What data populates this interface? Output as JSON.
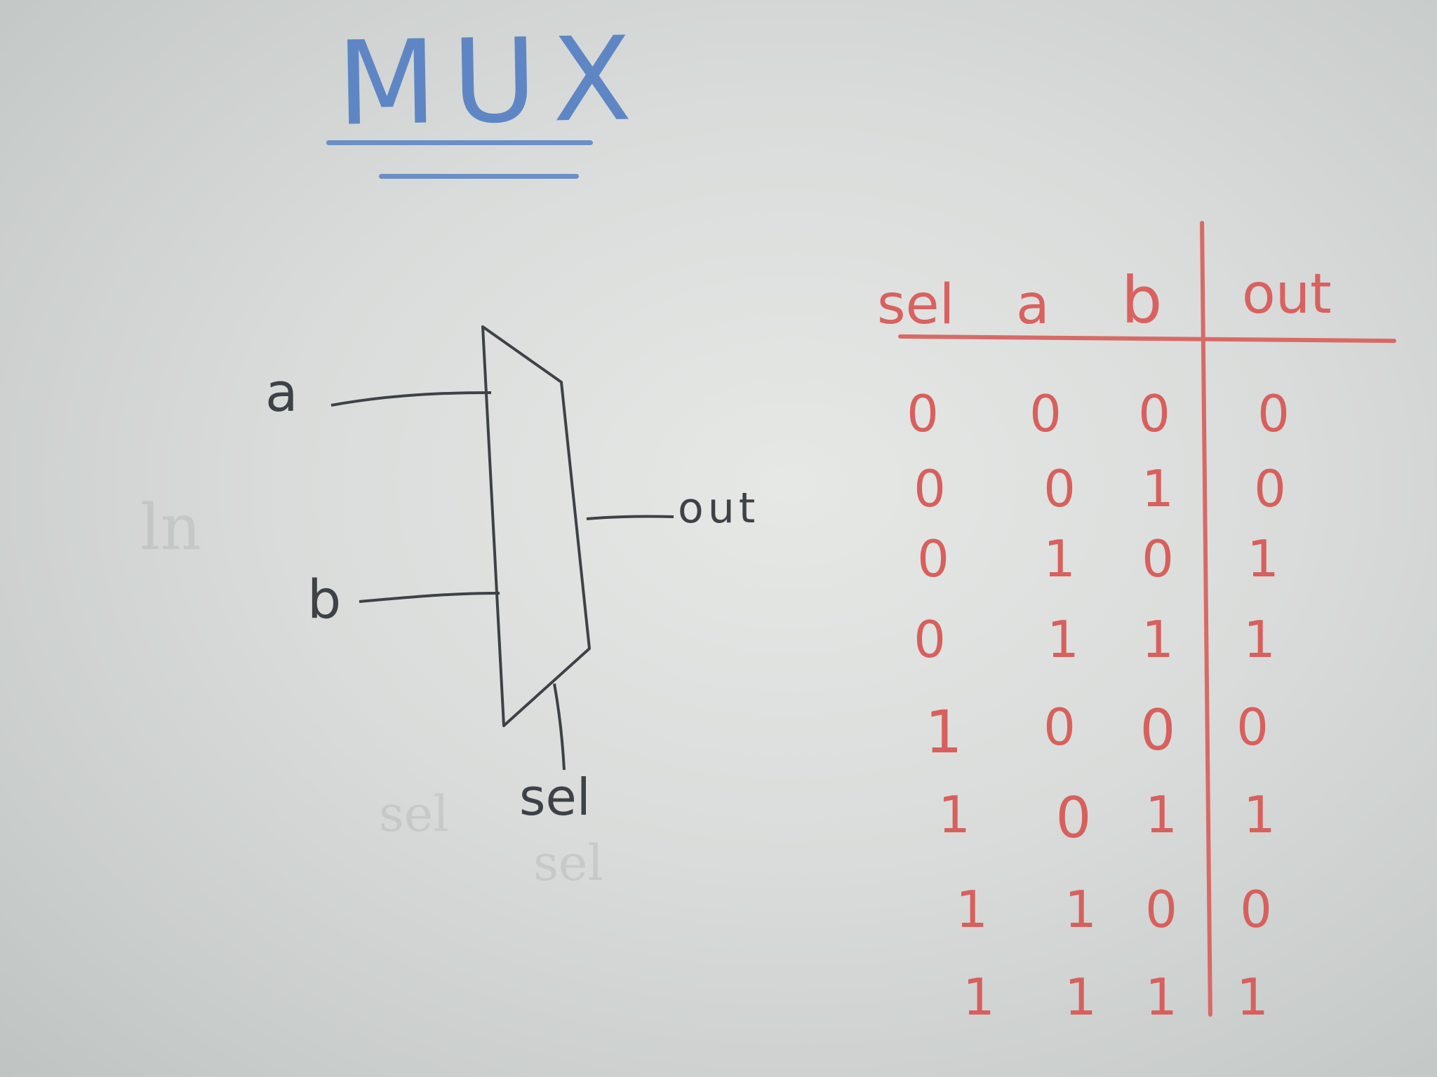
{
  "title": "MUX",
  "mux": {
    "inputs": [
      "a",
      "b"
    ],
    "output": "out",
    "select": "sel"
  },
  "truth_table": {
    "headers": [
      "sel",
      "a",
      "b",
      "out"
    ],
    "rows": [
      [
        "0",
        "0",
        "0",
        "0"
      ],
      [
        "0",
        "0",
        "1",
        "0"
      ],
      [
        "0",
        "1",
        "0",
        "1"
      ],
      [
        "0",
        "1",
        "1",
        "1"
      ],
      [
        "1",
        "0",
        "0",
        "0"
      ],
      [
        "1",
        "0",
        "1",
        "1"
      ],
      [
        "1",
        "1",
        "0",
        "0"
      ],
      [
        "1",
        "1",
        "1",
        "1"
      ]
    ]
  },
  "colors": {
    "title_ink": "#5f86c4",
    "diagram_ink": "#3d4247",
    "table_ink": "#d7605d",
    "board": "#dfe1df"
  }
}
